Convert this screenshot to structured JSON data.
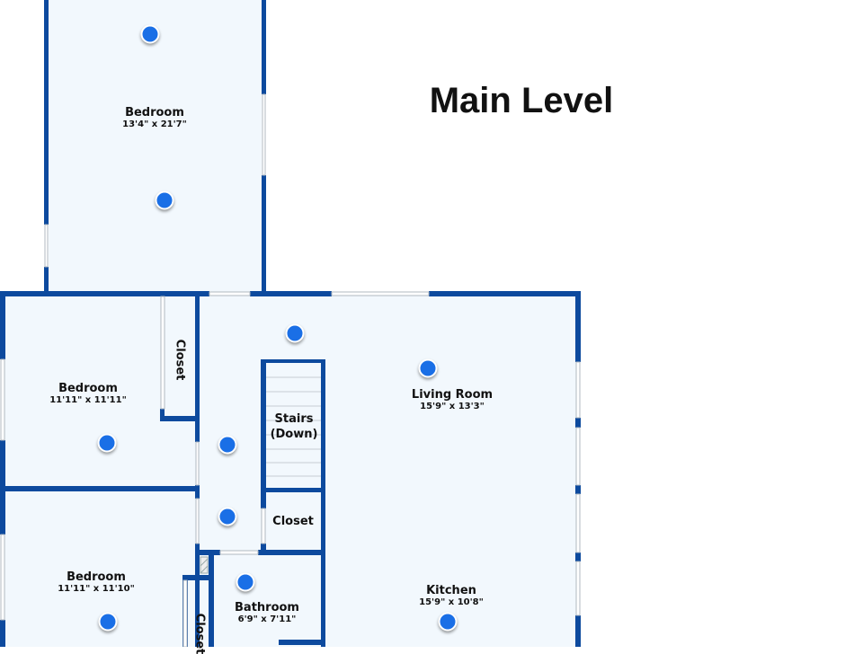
{
  "title": "Main Level",
  "colors": {
    "wall": "#0d4a9e",
    "floor": "#f2f8fd",
    "marker": "#1a6fe6"
  },
  "rooms": [
    {
      "name": "Bedroom",
      "dims": "13'4\" x 21'7\""
    },
    {
      "name": "Bedroom",
      "dims": "11'11\" x 11'11\""
    },
    {
      "name": "Bedroom",
      "dims": "11'11\" x 11'10\""
    },
    {
      "name": "Living Room",
      "dims": "15'9\" x 13'3\""
    },
    {
      "name": "Kitchen",
      "dims": "15'9\" x 10'8\""
    },
    {
      "name": "Bathroom",
      "dims": "6'9\" x 7'11\""
    },
    {
      "name": "Closet"
    },
    {
      "name": "Closet"
    },
    {
      "name": "Closet"
    },
    {
      "name": "Stairs\n(Down)"
    }
  ],
  "markers_count": 10
}
